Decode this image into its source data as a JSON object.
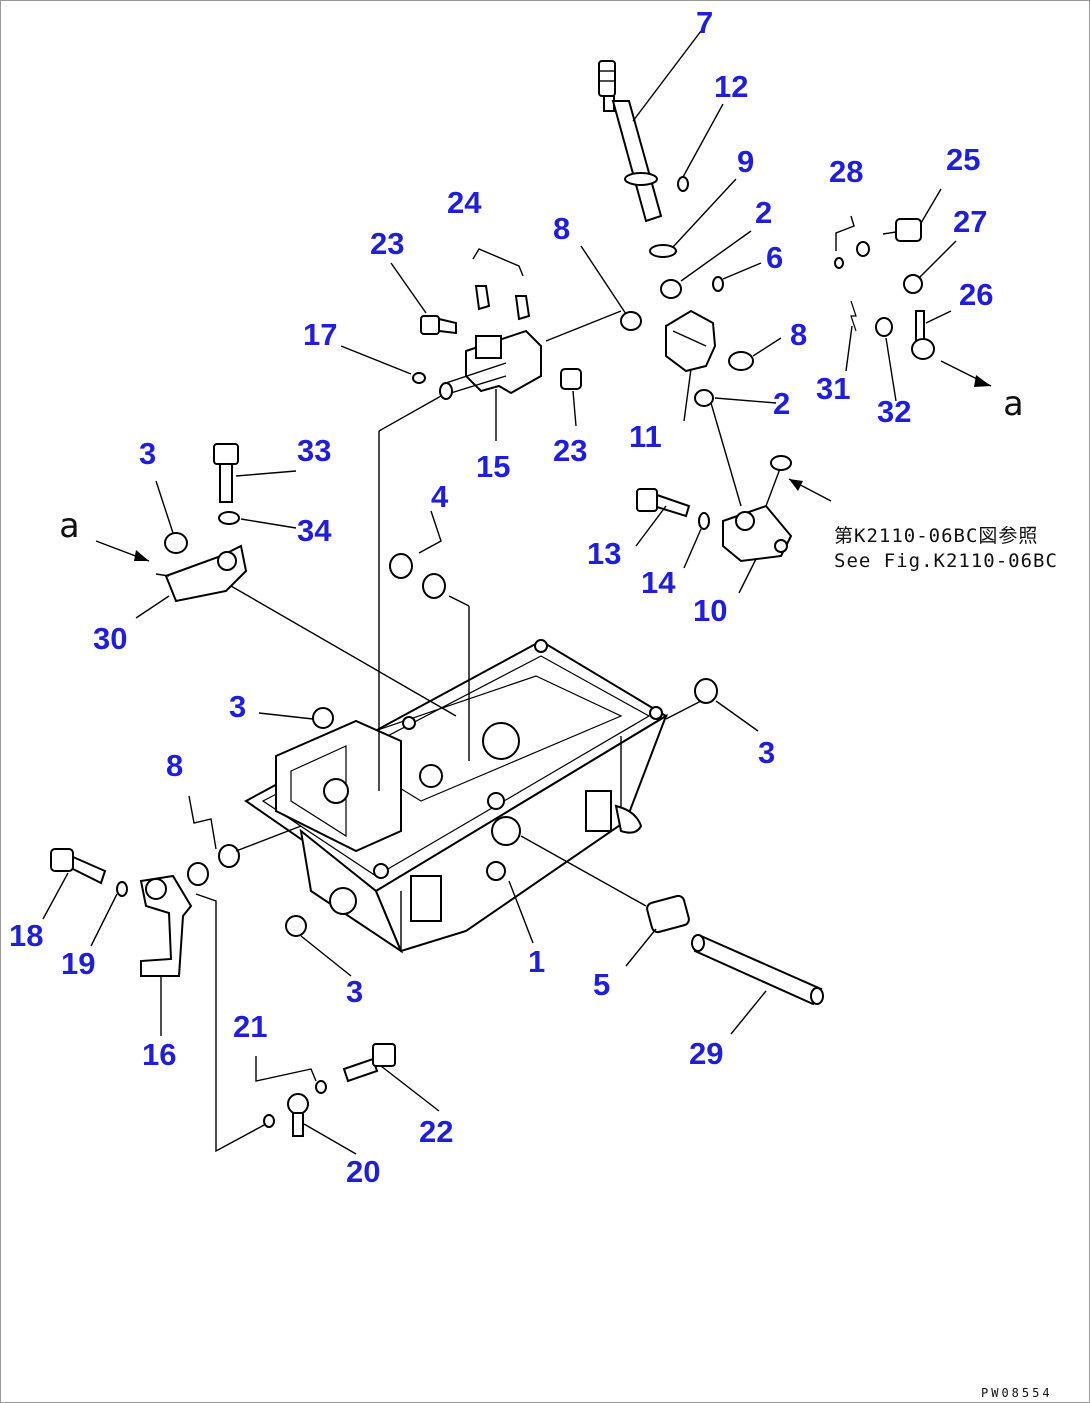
{
  "diagram": {
    "callouts": [
      {
        "id": "7",
        "text": "7"
      },
      {
        "id": "12",
        "text": "12"
      },
      {
        "id": "9",
        "text": "9"
      },
      {
        "id": "28",
        "text": "28"
      },
      {
        "id": "25",
        "text": "25"
      },
      {
        "id": "27",
        "text": "27"
      },
      {
        "id": "26",
        "text": "26"
      },
      {
        "id": "24",
        "text": "24"
      },
      {
        "id": "8a",
        "text": "8"
      },
      {
        "id": "2a",
        "text": "2"
      },
      {
        "id": "6",
        "text": "6"
      },
      {
        "id": "23a",
        "text": "23"
      },
      {
        "id": "17",
        "text": "17"
      },
      {
        "id": "8b",
        "text": "8"
      },
      {
        "id": "31",
        "text": "31"
      },
      {
        "id": "32",
        "text": "32"
      },
      {
        "id": "2b",
        "text": "2"
      },
      {
        "id": "11",
        "text": "11"
      },
      {
        "id": "15",
        "text": "15"
      },
      {
        "id": "23b",
        "text": "23"
      },
      {
        "id": "3a",
        "text": "3"
      },
      {
        "id": "33",
        "text": "33"
      },
      {
        "id": "4",
        "text": "4"
      },
      {
        "id": "34",
        "text": "34"
      },
      {
        "id": "13",
        "text": "13"
      },
      {
        "id": "14",
        "text": "14"
      },
      {
        "id": "10",
        "text": "10"
      },
      {
        "id": "30",
        "text": "30"
      },
      {
        "id": "3b",
        "text": "3"
      },
      {
        "id": "3c",
        "text": "3"
      },
      {
        "id": "8c",
        "text": "8"
      },
      {
        "id": "18",
        "text": "18"
      },
      {
        "id": "19",
        "text": "19"
      },
      {
        "id": "1",
        "text": "1"
      },
      {
        "id": "3d",
        "text": "3"
      },
      {
        "id": "5",
        "text": "5"
      },
      {
        "id": "16",
        "text": "16"
      },
      {
        "id": "21",
        "text": "21"
      },
      {
        "id": "29",
        "text": "29"
      },
      {
        "id": "22",
        "text": "22"
      },
      {
        "id": "20",
        "text": "20"
      }
    ],
    "annotations": {
      "ref_a_left": "a",
      "ref_a_right": "a",
      "see_fig_jp": "第K2110-06BC図参照",
      "see_fig_en": "See Fig.K2110-06BC",
      "drawing_code": "PW08554"
    }
  }
}
